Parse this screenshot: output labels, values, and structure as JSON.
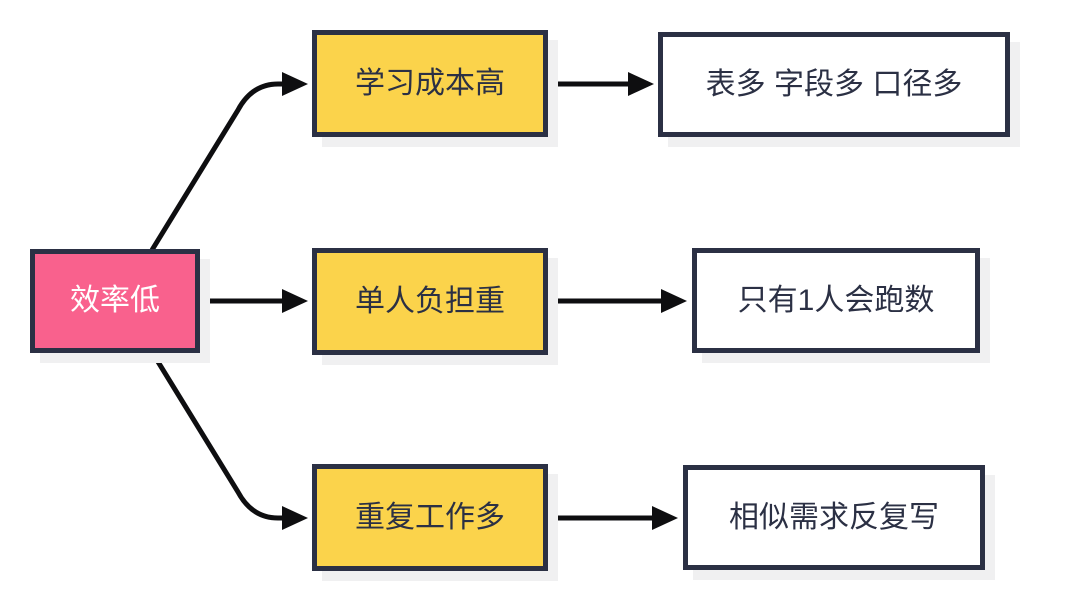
{
  "diagram": {
    "title": "efficiency-problem-cause-diagram",
    "background": "#FFFFFF",
    "colors": {
      "background": "#FFFFFF",
      "root_fill": "#F9618D",
      "cause_fill": "#FBD34B",
      "detail_fill": "#FFFFFF",
      "border": "#2B3044",
      "root_text": "#FFFFFF",
      "node_text": "#2B3044",
      "arrow": "#0E0E10",
      "shadow": "#F0F0F1"
    },
    "root": {
      "label": "效率低"
    },
    "causes": [
      {
        "label": "学习成本高"
      },
      {
        "label": "单人负担重"
      },
      {
        "label": "重复工作多"
      }
    ],
    "details": [
      {
        "label": "表多 字段多 口径多"
      },
      {
        "label": "只有1人会跑数"
      },
      {
        "label": "相似需求反复写"
      }
    ]
  }
}
